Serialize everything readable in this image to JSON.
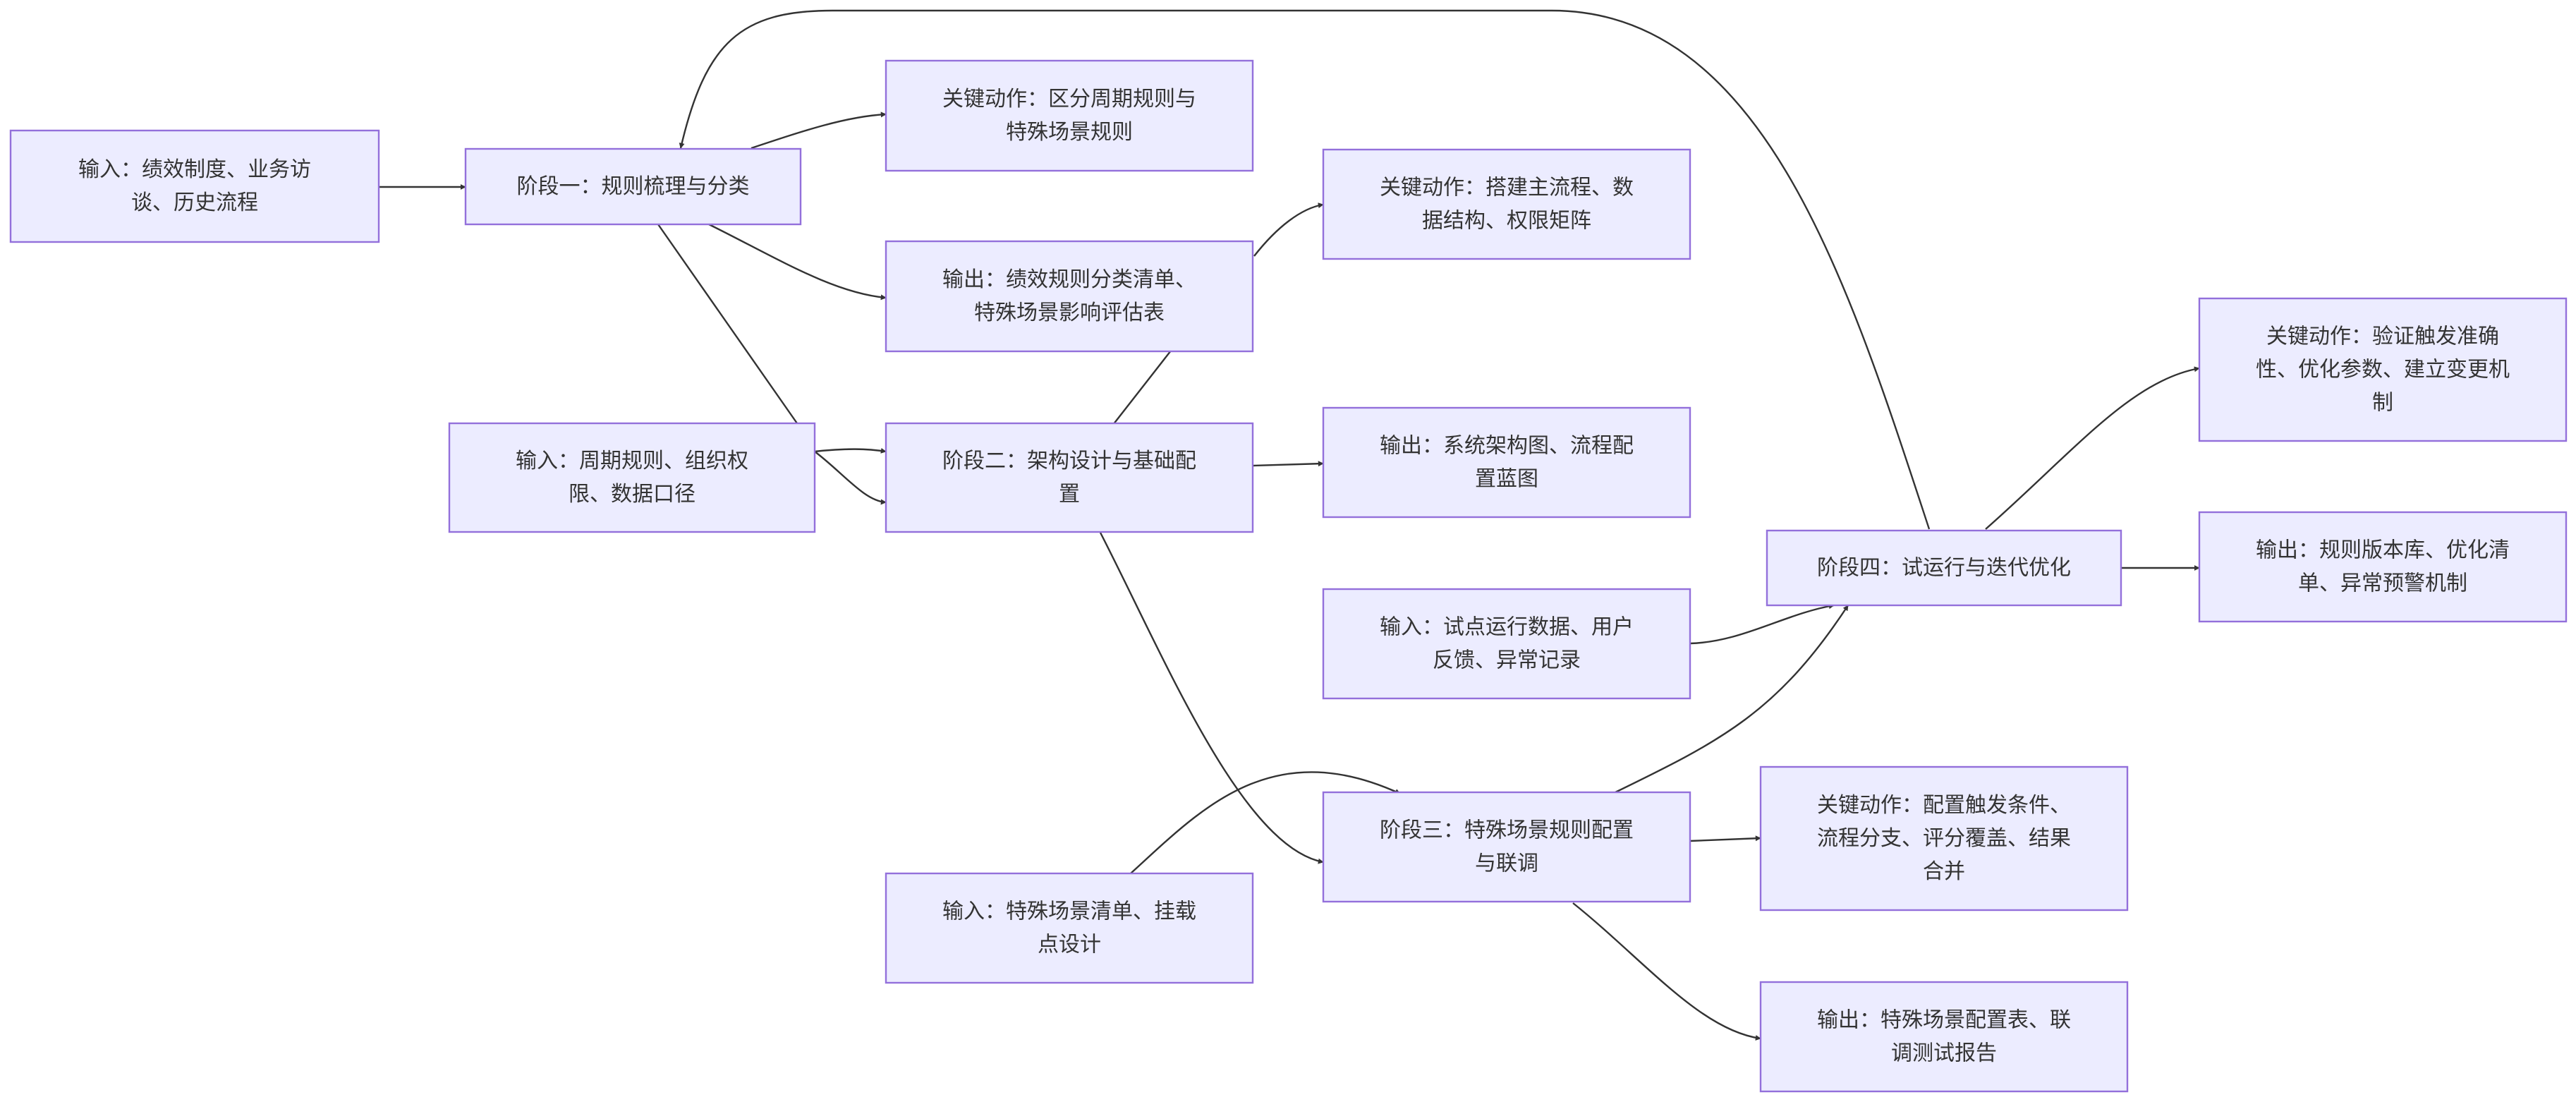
{
  "diagram": {
    "nodes": [
      {
        "id": "in1",
        "lines": [
          "输入：绩效制度、业务访",
          "谈、历史流程"
        ]
      },
      {
        "id": "s1",
        "lines": [
          "阶段一：规则梳理与分类"
        ]
      },
      {
        "id": "a1",
        "lines": [
          "关键动作：区分周期规则与",
          "特殊场景规则"
        ]
      },
      {
        "id": "o1",
        "lines": [
          "输出：绩效规则分类清单、",
          "特殊场景影响评估表"
        ]
      },
      {
        "id": "in2",
        "lines": [
          "输入：周期规则、组织权",
          "限、数据口径"
        ]
      },
      {
        "id": "s2",
        "lines": [
          "阶段二：架构设计与基础配",
          "置"
        ]
      },
      {
        "id": "a2",
        "lines": [
          "关键动作：搭建主流程、数",
          "据结构、权限矩阵"
        ]
      },
      {
        "id": "o2",
        "lines": [
          "输出：系统架构图、流程配",
          "置蓝图"
        ]
      },
      {
        "id": "in4",
        "lines": [
          "输入：试点运行数据、用户",
          "反馈、异常记录"
        ]
      },
      {
        "id": "s4",
        "lines": [
          "阶段四：试运行与迭代优化"
        ]
      },
      {
        "id": "a4",
        "lines": [
          "关键动作：验证触发准确",
          "性、优化参数、建立变更机",
          "制"
        ]
      },
      {
        "id": "o4",
        "lines": [
          "输出：规则版本库、优化清",
          "单、异常预警机制"
        ]
      },
      {
        "id": "s3",
        "lines": [
          "阶段三：特殊场景规则配置",
          "与联调"
        ]
      },
      {
        "id": "a3",
        "lines": [
          "关键动作：配置触发条件、",
          "流程分支、评分覆盖、结果",
          "合并"
        ]
      },
      {
        "id": "in3",
        "lines": [
          "输入：特殊场景清单、挂载",
          "点设计"
        ]
      },
      {
        "id": "o3",
        "lines": [
          "输出：特殊场景配置表、联",
          "调测试报告"
        ]
      }
    ]
  }
}
